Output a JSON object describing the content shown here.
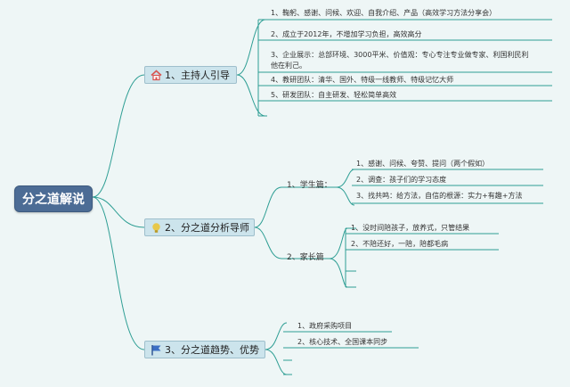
{
  "root": {
    "label": "分之道解说"
  },
  "branches": [
    {
      "label": "1、主持人引导",
      "icon": "home-icon",
      "items": [
        "1、鞠躬、感谢、问候、欢迎、自我介绍、产品（高效学习方法分享会）",
        "2、成立于2012年，不增加学习负担，高效高分",
        "3、企业展示：总部环境、3000平米、价值观：专心专注专业做专家、利国利民利",
        "他在利己。",
        "4、教研团队：清华、国外、特级一线教师、特级记忆大师",
        "5、研发团队：自主研发、轻松简单高效"
      ]
    },
    {
      "label": "2、分之道分析导师",
      "icon": "lightbulb-icon",
      "subs": [
        {
          "label": "1、学生篇：",
          "items": [
            "1、感谢、问候、夸赞、提问（两个假如）",
            "2、调查：孩子们的学习态度",
            "3、找共鸣：给方法，自信的根源：实力+有趣+方法"
          ]
        },
        {
          "label": "2、家长篇",
          "items": [
            "1、没时间陪孩子，放养式，只管结果",
            "2、不陪还好，一陪，陪都毛病"
          ]
        }
      ]
    },
    {
      "label": "3、分之道趋势、优势",
      "icon": "flag-icon",
      "items": [
        "1、政府采购项目",
        "2、核心技术、全国课本同步"
      ]
    }
  ],
  "colors": {
    "background": "#eef6f6",
    "root_fill": "#4c6c95",
    "branch_fill": "#cce4ec",
    "line": "#2e9e94",
    "home_icon": "#d9534f",
    "bulb_icon": "#e8c84a",
    "flag_icon": "#3b6fc4"
  }
}
